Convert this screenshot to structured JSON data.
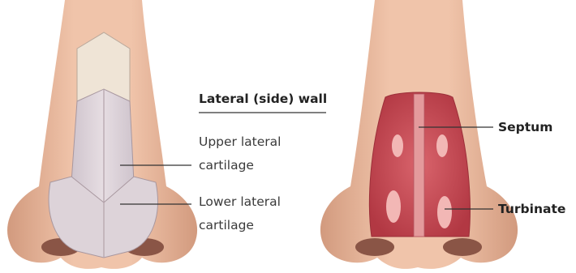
{
  "labels": {
    "lateral_wall": "Lateral (side) wall",
    "upper_lateral_line1": "Upper lateral",
    "upper_lateral_line2": "cartilage",
    "lower_lateral_line1": "Lower lateral",
    "lower_lateral_line2": "cartilage",
    "septum": "Septum",
    "turbinate": "Turbinate"
  },
  "colors": {
    "skin": "#e8b496",
    "skin_shadow": "#c98e72",
    "cartilage": "#ddd3d9",
    "nasal_bone": "#efe4d6",
    "cavity": "#c2454f",
    "leader_line": "#333333"
  }
}
